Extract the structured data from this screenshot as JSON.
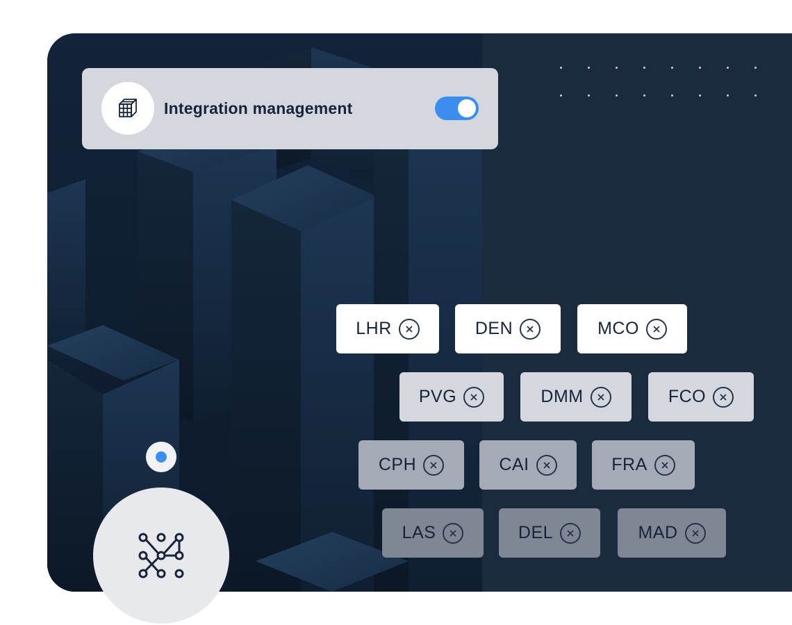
{
  "integration": {
    "title": "Integration management",
    "icon": "cube-icon",
    "toggle_on": true
  },
  "colors": {
    "accent": "#3b8ef0",
    "panel_dark": "#1b2a3e",
    "text_dark": "#16233a"
  },
  "chips": [
    {
      "code": "LHR"
    },
    {
      "code": "DEN"
    },
    {
      "code": "MCO"
    },
    {
      "code": "PVG"
    },
    {
      "code": "DMM"
    },
    {
      "code": "FCO"
    },
    {
      "code": "CPH"
    },
    {
      "code": "CAI"
    },
    {
      "code": "FRA"
    },
    {
      "code": "LAS"
    },
    {
      "code": "DEL"
    },
    {
      "code": "MAD"
    }
  ],
  "bottom_icon": "network-nodes-icon"
}
